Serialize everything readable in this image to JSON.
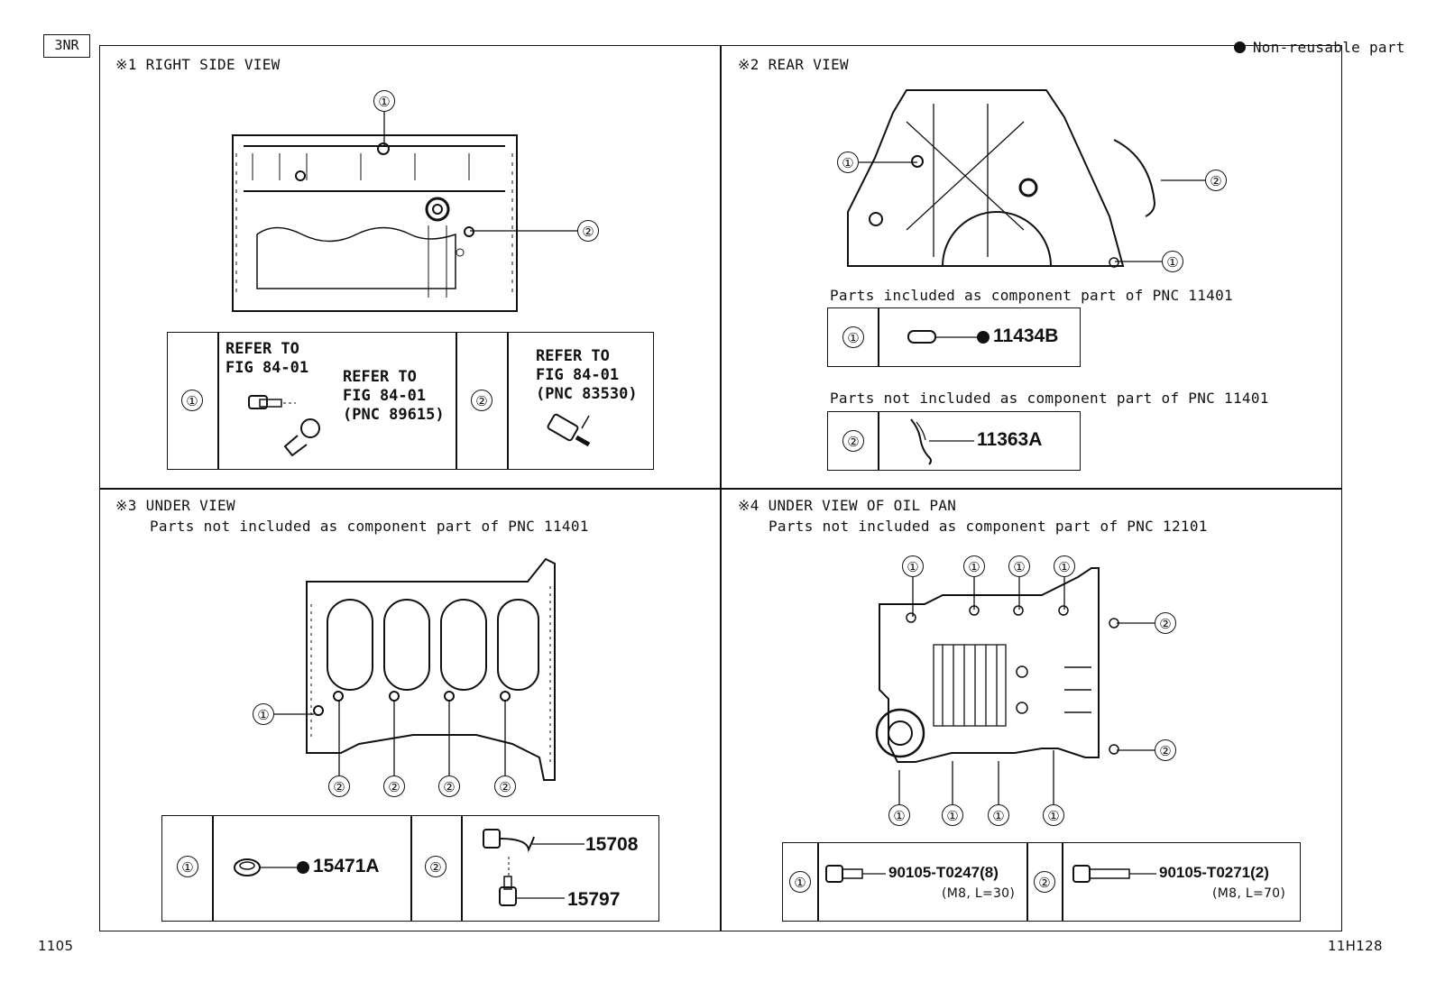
{
  "header": {
    "engine_code": "3NR",
    "legend": "Non-reusable part"
  },
  "footer": {
    "page_left": "1105",
    "page_right": "11H128"
  },
  "panels": {
    "right_side": {
      "title": "※1 RIGHT SIDE VIEW",
      "callouts": [
        "①",
        "②"
      ],
      "table": {
        "row1_num": "①",
        "row1_ref_a": "REFER TO\nFIG 84-01",
        "row1_ref_b": "REFER TO\nFIG 84-01\n(PNC 89615)",
        "row2_num": "②",
        "row2_ref": "REFER TO\nFIG 84-01\n(PNC 83530)"
      }
    },
    "rear": {
      "title": "※2 REAR VIEW",
      "callouts": [
        "①",
        "②",
        "①"
      ],
      "note1": "Parts included as component part of PNC 11401",
      "row1_num": "①",
      "row1_part": "11434B",
      "note2": "Parts not included as component part of PNC 11401",
      "row2_num": "②",
      "row2_part": "11363A"
    },
    "under": {
      "title": "※3 UNDER VIEW",
      "subtitle": "Parts not included as component part of PNC 11401",
      "callouts": [
        "①",
        "②",
        "②",
        "②",
        "②"
      ],
      "row1_num": "①",
      "row1_part": "15471A",
      "row2_num": "②",
      "row2_part_a": "15708",
      "row2_part_b": "15797"
    },
    "oil_pan": {
      "title": "※4 UNDER VIEW OF OIL PAN",
      "subtitle": "Parts not included as component part of PNC 12101",
      "callouts_top": [
        "①",
        "①",
        "①",
        "①"
      ],
      "callouts_right": [
        "②",
        "②"
      ],
      "callouts_bottom": [
        "①",
        "①",
        "①",
        "①"
      ],
      "row1_num": "①",
      "row1_part": "90105-T0247(8)",
      "row1_spec": "(M8, L=30)",
      "row2_num": "②",
      "row2_part": "90105-T0271(2)",
      "row2_spec": "(M8, L=70)"
    }
  }
}
